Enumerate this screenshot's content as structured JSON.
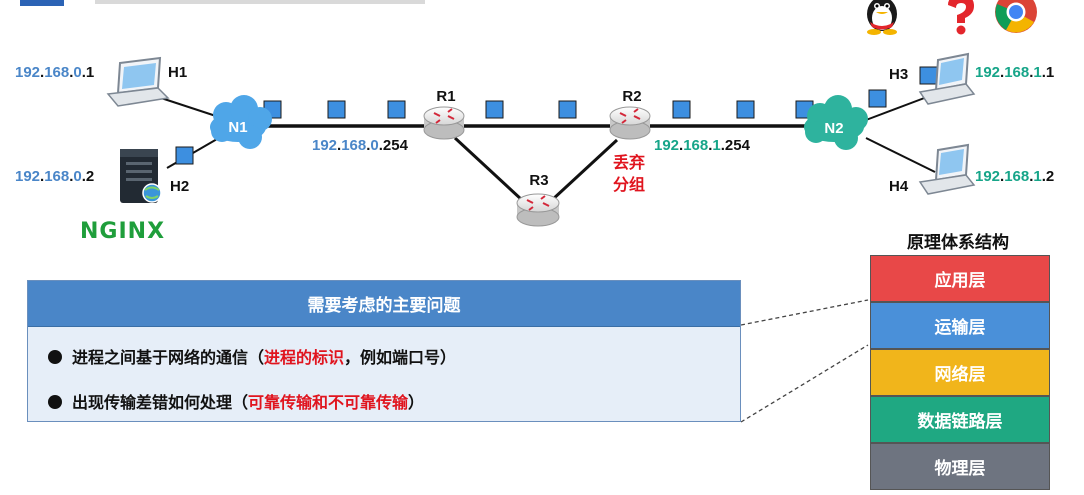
{
  "hosts": {
    "h1": {
      "label": "H1",
      "ip": [
        "192",
        ".",
        "168",
        ".",
        "0",
        ".",
        "1"
      ]
    },
    "h2": {
      "label": "H2",
      "ip": [
        "192",
        ".",
        "168",
        ".",
        "0",
        ".",
        "2"
      ]
    },
    "h3": {
      "label": "H3",
      "ip": [
        "192",
        ".",
        "168",
        ".",
        "1",
        ".",
        "1"
      ]
    },
    "h4": {
      "label": "H4",
      "ip": [
        "192",
        ".",
        "168",
        ".",
        "1",
        ".",
        "2"
      ]
    }
  },
  "networks": {
    "n1": "N1",
    "n2": "N2"
  },
  "routers": {
    "r1": {
      "label": "R1",
      "ip": [
        "192",
        ".",
        "168",
        ".",
        "0",
        ".",
        "254"
      ]
    },
    "r2": {
      "label": "R2",
      "ip": [
        "192",
        ".",
        "168",
        ".",
        "1",
        ".",
        "254"
      ]
    },
    "r3": {
      "label": "R3"
    }
  },
  "drop_note": [
    "丢弃",
    "分组"
  ],
  "server_logo": "NGINX",
  "colors": {
    "net0": "#4a86c8",
    "net1": "#17a589",
    "alert": "#e0141e",
    "packet": "#3d8fe0",
    "cloud_n1": "#4fa6e8",
    "cloud_n2": "#2eb39e"
  },
  "issues": {
    "title": "需要考虑的主要问题",
    "item1": {
      "text": "进程之间基于网络的通信（",
      "highlight": "进程的标识",
      "tail": "，例如端口号）"
    },
    "item2": {
      "text": "出现传输差错如何处理（",
      "highlight": "可靠传输和不可靠传输",
      "tail": "）"
    }
  },
  "layers": {
    "title": "原理体系结构",
    "items": [
      {
        "name": "应用层",
        "color": "#e84848"
      },
      {
        "name": "运输层",
        "color": "#4a90d9"
      },
      {
        "name": "网络层",
        "color": "#f1b51b"
      },
      {
        "name": "数据链路层",
        "color": "#1fa882"
      },
      {
        "name": "物理层",
        "color": "#6e7480"
      }
    ]
  },
  "top_icons": [
    "penguin-icon",
    "question-icon",
    "chrome-icon"
  ]
}
